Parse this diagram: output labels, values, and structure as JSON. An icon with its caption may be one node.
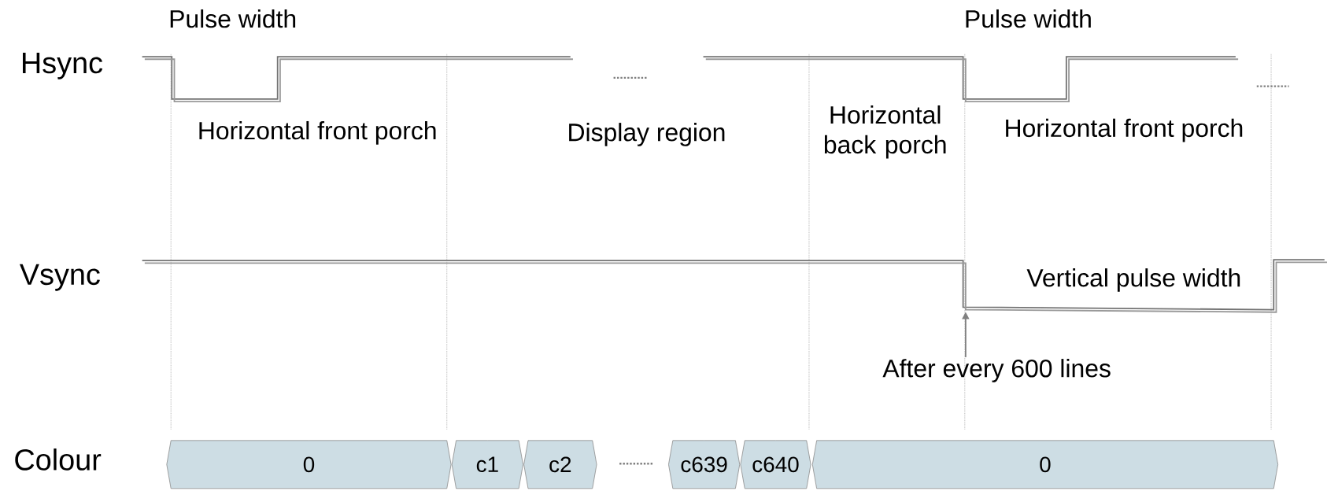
{
  "diagram": {
    "nodes": [
      {
        "text": [
          "After every 600 lines"
        ]
      },
      {
        "text": [
          "0"
        ]
      },
      {
        "text": [
          "c1"
        ]
      },
      {
        "text": [
          "c2"
        ]
      },
      {
        "text": [
          "c639"
        ]
      },
      {
        "text": [
          "c640"
        ]
      },
      {
        "text": [
          "0"
        ]
      },
      {
        "text": [],
        "shape": "line"
      }
    ],
    "edges": [
      {
        "from": 0,
        "to": 7,
        "arrow": "to"
      }
    ],
    "labels": [
      "Pulse width",
      "Pulse width",
      "Hsync",
      "Horizontal front porch",
      "Display region",
      "Horizontal back porch",
      "Horizontal front porch",
      "Vsync",
      "Vertical pulse width",
      "Colour"
    ]
  }
}
